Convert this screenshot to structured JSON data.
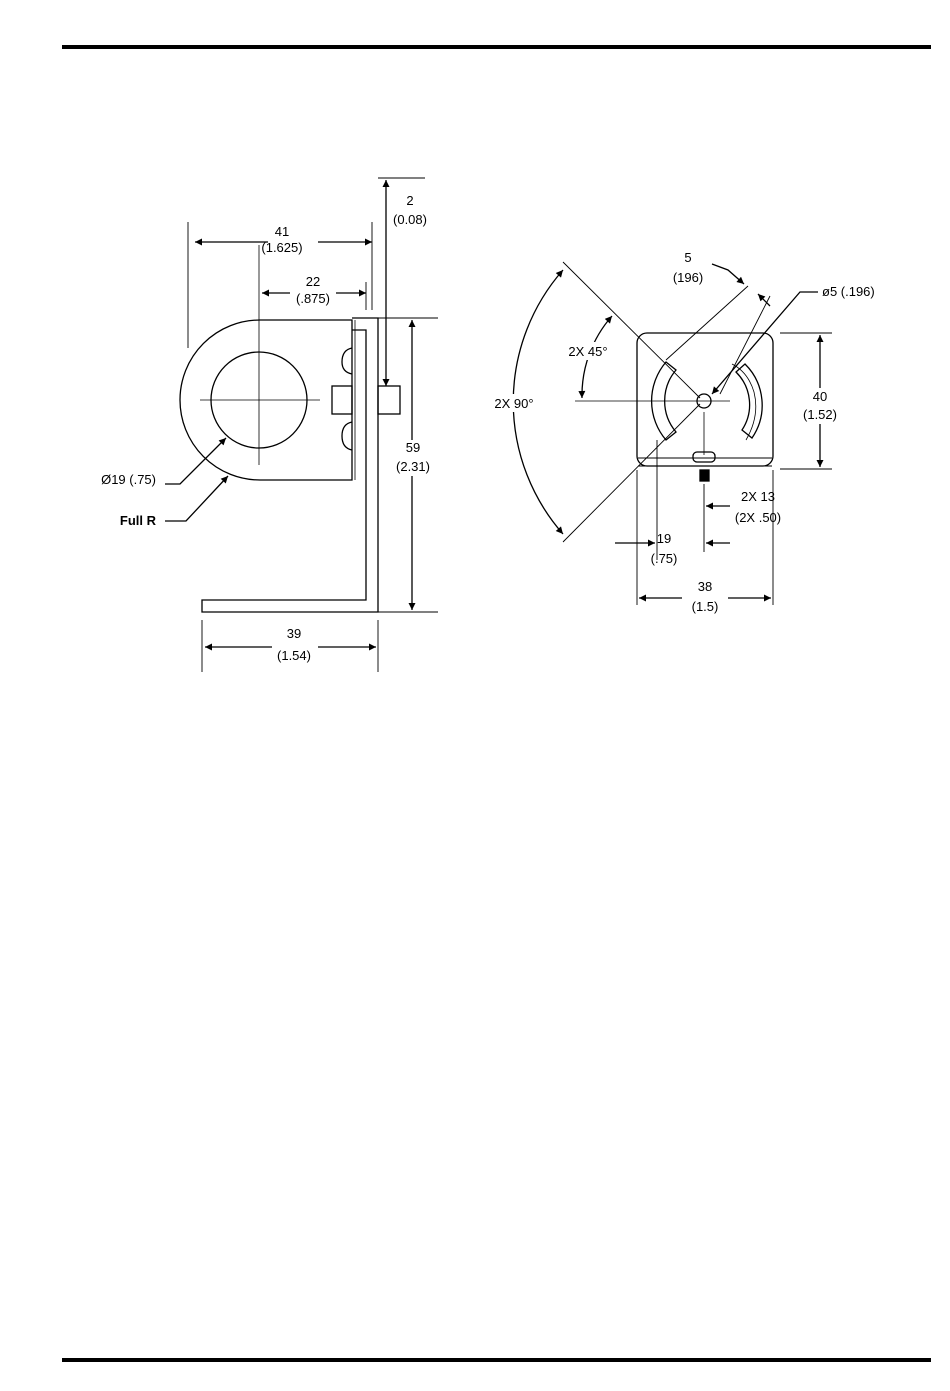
{
  "side_view": {
    "dim_41": {
      "mm": "41",
      "in": "(1.625)"
    },
    "dim_22": {
      "mm": "22",
      "in": "(.875)"
    },
    "dim_2": {
      "mm": "2",
      "in": "(0.08)"
    },
    "dim_59": {
      "mm": "59",
      "in": "(2.31)"
    },
    "dim_39": {
      "mm": "39",
      "in": "(1.54)"
    },
    "dia_19": "Ø19 (.75)",
    "full_r": "Full R"
  },
  "front_view": {
    "dim_5": {
      "mm": "5",
      "in": "(196)"
    },
    "dia_5": "ø5 (.196)",
    "angle_45": "2X 45°",
    "angle_90": "2X 90°",
    "dim_40": {
      "mm": "40",
      "in": "(1.52)"
    },
    "dim_13": {
      "mm": "2X 13",
      "in": "(2X .50)"
    },
    "dim_19": {
      "mm": "19",
      "in": "(.75)"
    },
    "dim_38": {
      "mm": "38",
      "in": "(1.5)"
    }
  }
}
